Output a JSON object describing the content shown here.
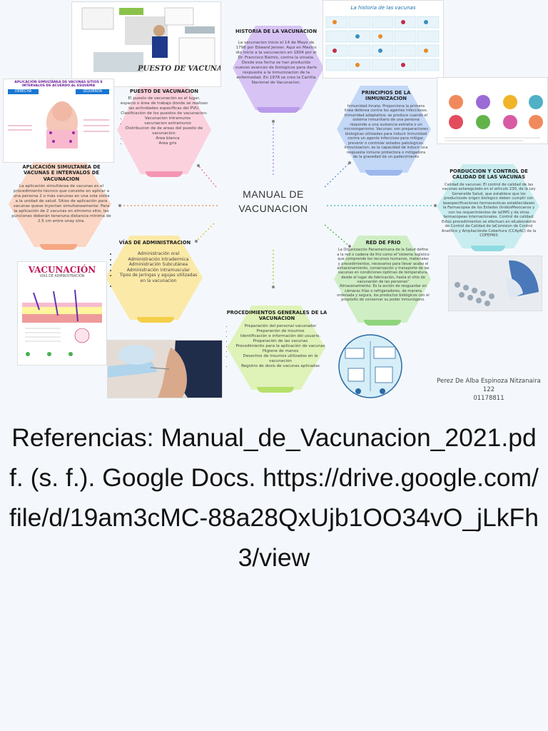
{
  "center_title_line1": "MANUAL DE",
  "center_title_line2": "VACUNACION",
  "historia": {
    "title": "HISTORIA DE LA VACUNACION",
    "text": "La vacunacion inicio el 14 de Mayo de 1796 por Edward Jenner. Aqui en Mexico dio inicio a la vacunacion en 1804 por el Dr. Francisco Balmis, contra la viruela. Desde esa fecha se han producido nuevos avances de biologicos para darle respuesta a la inmunizacion de la enfermedad. En 1978 se creo la Cartilla Nacional de Vacunacion."
  },
  "principios": {
    "title": "PRINCIPIOS DE LA INMUNIZACION",
    "text": "Inmunidad Innata: Proporciona la primera linea defensa contra los agentes infecciosos. Inmunidad adaptativa: se produce cuando el sistema inmunitario de una persona responde a una sustancia extraña o un microorganismo. Vacunas: son preparaciones biologicas utilizadas para inducir inmunidad contra un agente infeccioso para mitigar, prevenir o controlar estados patologicos. Inmunizacion: es la capacidad de inducir una respuesta inmune protectora o mitigadora de la gravedad de un padecimiento"
  },
  "produccion": {
    "title": "PORDUCCION Y CONTROL DE CALIDAD DE LAS VACUNAS",
    "text": "Calidad de vacunas: El control de calidad de las vacunas estaregulado en el articulo 230, de la Ley Generalde Salud, que establece que los productosde origen biologico deben cumplir con lasespecificaciones farmaceuticas establecidasen la Farmacopea de los Estados UnidosMexicanos y con los requerimientos de laOMS y de otras farmacopeas internacionales. Control de calidad: Estos procedimientos se efectuan en elLaboratorio de Control de Calidad de laComision de Control Analitico y Ampliaciónde Cobertura (CCAyAC) de la COFEPRIS"
  },
  "red_frio": {
    "title": "RED DE FRIO",
    "text1": "La Organización Panamericana de la Salud define a la red o cadena de frío como el“sistema logístico que comprende los recursos humanos, materiales y procedimientos, necesarios para llevar acabo el almacenamiento, conservación y transporte de las vacunas en condiciones óptimas de temperatura, desde el lugar de fabricación, hasta el sitio de vacunación de las personas”",
    "text2": "Almacenamiento: Es la acción de resguardar en cámaras frías o refrigeradores, de manera ordenada y segura, los productos biológicos con el propósito de conservar su poder inmunógeno."
  },
  "procedimientos": {
    "title": "PROCEDIMIENTOS GENERALES DE LA VACUNACION",
    "items": [
      "Preparación del personal vacunador",
      "Preparación de insumos",
      "Identificación e información del usuario.",
      "Preparación de las vacunas",
      "Procedimiento para la aplicación de vacunas",
      "Higiene de manos",
      "Desechos de insumos utilizados en la vacunacion",
      "Registro de dosis de vacunas aplicadas"
    ]
  },
  "vias": {
    "title": "VÍAS DE ADMINISTRACION",
    "items": [
      "Administración oral",
      "Administración intradermica",
      "Administración Subcutánea",
      "Administración intramuscular",
      "Tipos de jeringas y agujas utilizadas en la vacunacion",
      ""
    ]
  },
  "aplicacion": {
    "title": "APLICACIÓN SIMULTANEA DE VACUNAS E INTERVALOS DE VACUNACION",
    "text": "La aplicación simultánea de vacunas es el procedimiento técnico que consiste en aplicar a una persona 2 o más vacunas en una sola visita a la unidad de salud. Sitios de aplicación para vacunas quese inyectan simultaneamente: Para la aplicación de 2 vacunas en elmismo sitio, las punciones deberán teneruna distancia mínima de 2.5 cm entre unay otra."
  },
  "puesto": {
    "title": "PUESTO DE VACUNACION",
    "text1": "El puesto de vacunación es el lugar, espacio o área de trabajo donde se realizan las actividades específicas del PVU.",
    "text2": "Clasificación de los puestos de vacunacion:",
    "items1": [
      "Vacunacion intramuros",
      "vacunacion extramuros"
    ],
    "text3": "Distribucion de de areas del puesto de vacunacion:",
    "items2": [
      "Area blanca",
      "Area gris"
    ]
  },
  "img_puesto_caption": "PUESTO DE VACUNACIÓN",
  "img_historia_title": "La historia de las vacunas",
  "img_vacunacion_title": "VACUNACIÓN",
  "img_vacunacion_sub": "VÍAS DE ADMINISTRACIÓN",
  "img_aplic": {
    "title": "APLICACIÓN SIMULTÁNEA DE VACUNAS SITIOS E INTERVALOS DE ACUERDO AL ESQUEMA",
    "left": "DERECHA",
    "right": "IZQUIERDA"
  },
  "author": {
    "name": "Perez De Alba Espinoza Nitzanaira",
    "group": "122",
    "id": "01178811"
  },
  "references": "Referencias: Manual_de_Vacunacion_2021.pdf. (s. f.). Google Docs. https://drive.google.com/file/d/19am3cMC-88a28QxUjb1OO34vO_jLkFh3/view",
  "colors": {
    "purple": "#d7c4f5",
    "blue": "#c3d7f7",
    "teal": "#c8ecef",
    "green": "#cfeec4",
    "lime": "#dff2b8",
    "yellow": "#fbe9a8",
    "peach": "#fbd6c4",
    "pink": "#fbd1dd"
  }
}
